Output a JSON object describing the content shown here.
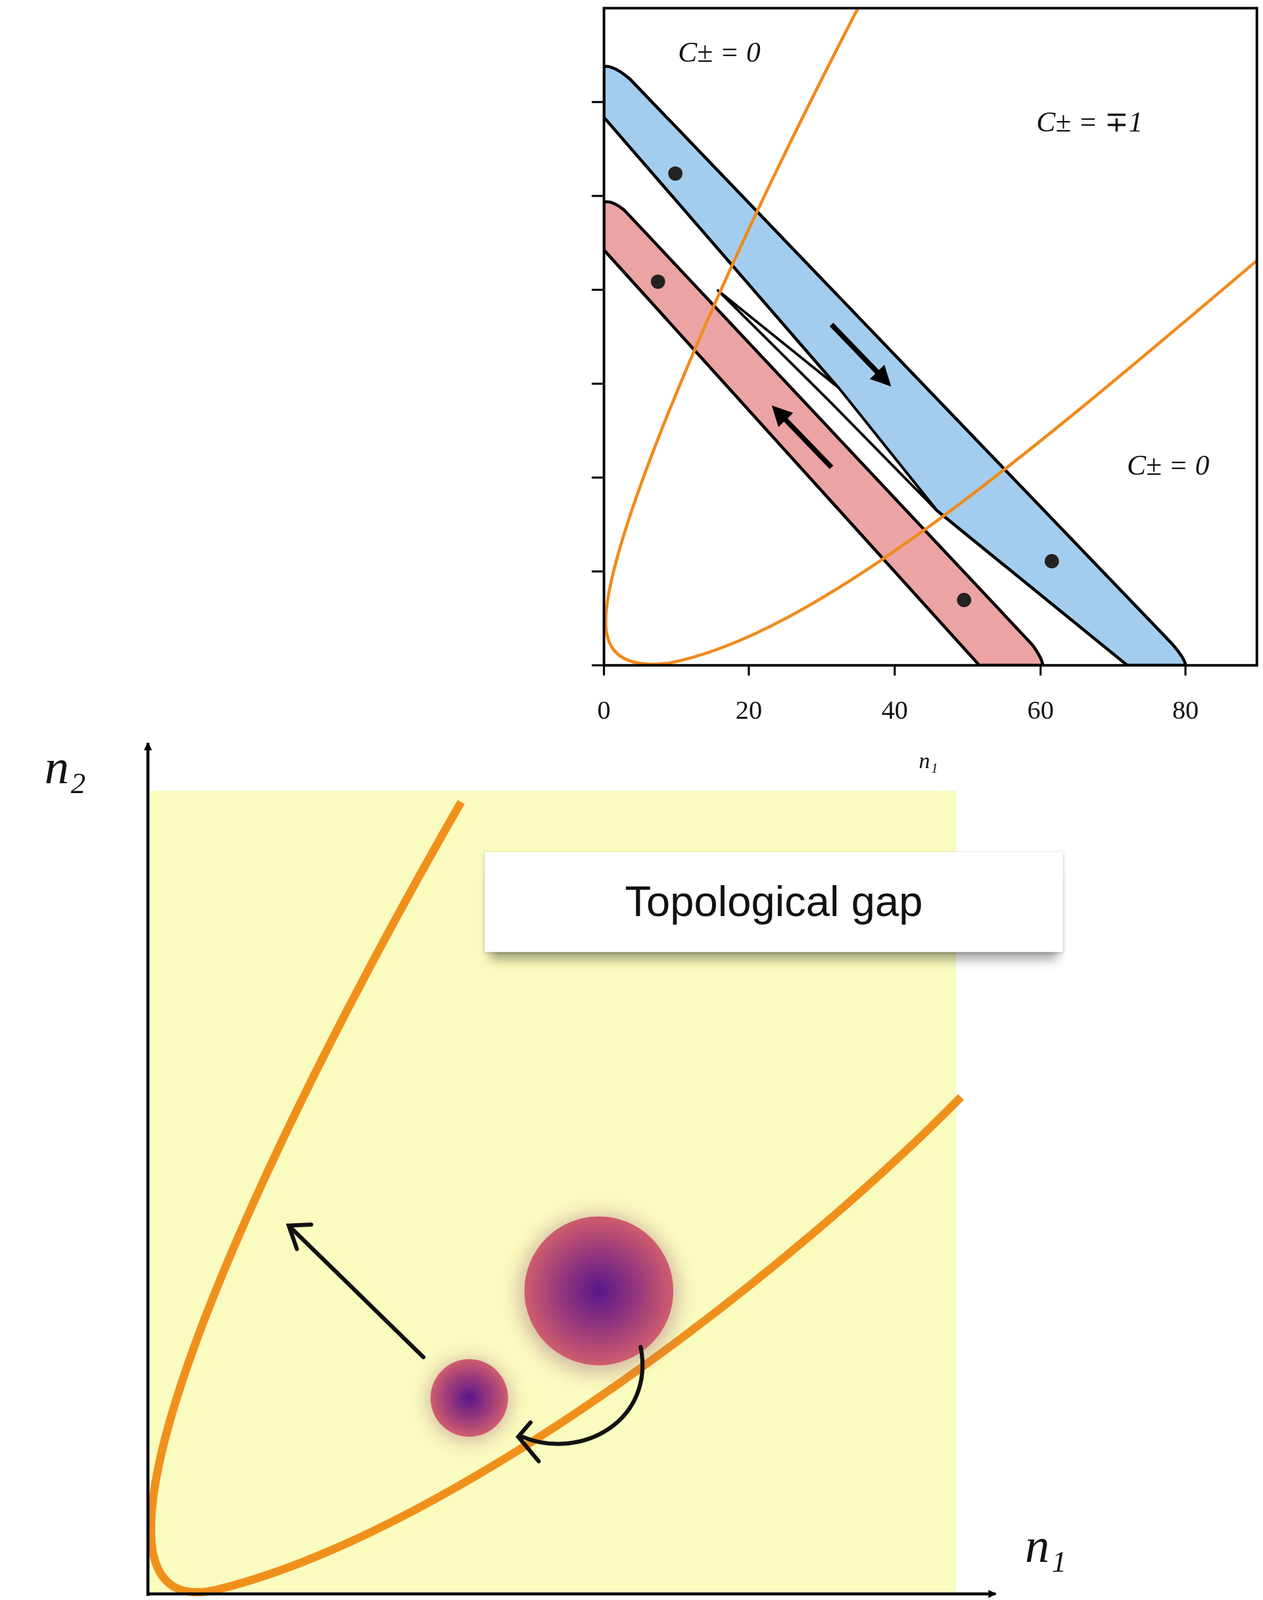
{
  "diagram": {
    "nodes": [
      {
        "text": [
          "Topological gap"
        ]
      }
    ],
    "labels": [
      "C± = 0",
      "C± = ∓1",
      "C± = 0",
      "0",
      "20",
      "40",
      "60",
      "80",
      "n₁",
      "n₂",
      "n₁"
    ]
  }
}
